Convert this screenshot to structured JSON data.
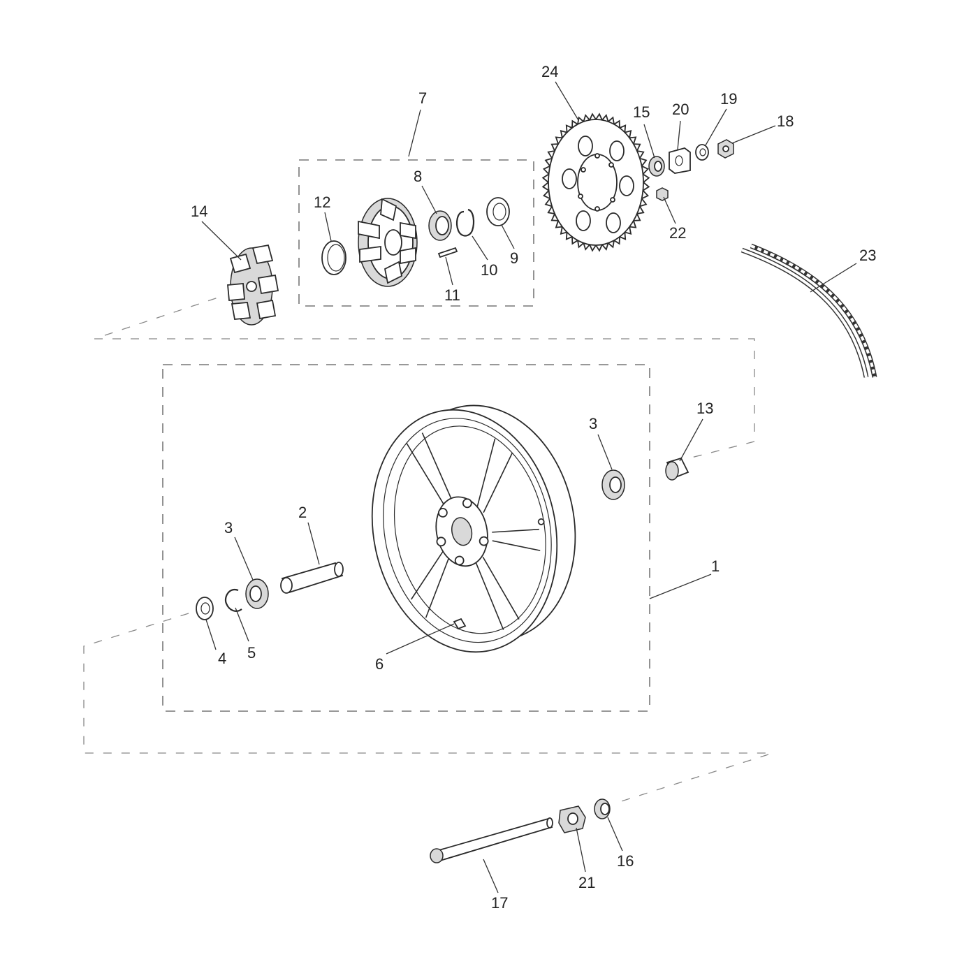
{
  "labels": {
    "p1": "1",
    "p2": "2",
    "p3a": "3",
    "p3b": "3",
    "p4": "4",
    "p5": "5",
    "p6": "6",
    "p7": "7",
    "p8": "8",
    "p9": "9",
    "p10": "10",
    "p11": "11",
    "p12": "12",
    "p13": "13",
    "p14": "14",
    "p15": "15",
    "p16": "16",
    "p17": "17",
    "p18": "18",
    "p19": "19",
    "p20": "20",
    "p21": "21",
    "p22": "22",
    "p23": "23",
    "p24": "24"
  }
}
